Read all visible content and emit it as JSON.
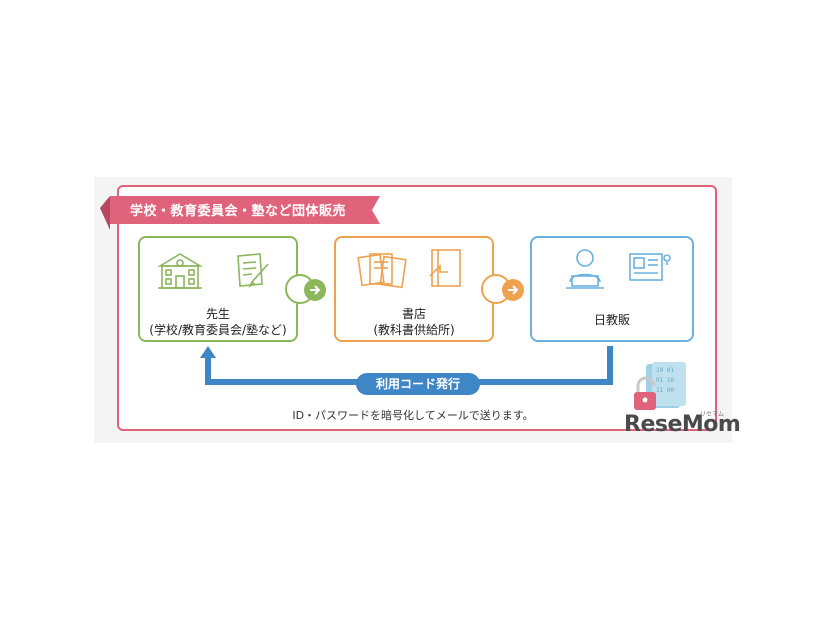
{
  "banner": {
    "text": "学校・教育委員会・塾など団体販売",
    "color": "#e0637c"
  },
  "cards": [
    {
      "line1": "先生",
      "line2": "(学校/教育委員会/塾など)",
      "color": "#8bb65a"
    },
    {
      "line1": "書店",
      "line2": "(教科書供給所)",
      "color": "#eea24f"
    },
    {
      "line1": "日教販",
      "line2": "",
      "color": "#6bb1df"
    }
  ],
  "flow": {
    "return_label": "利用コード発行",
    "arrow_color": "#3f86c6"
  },
  "note": "ID・パスワードを暗号化してメールで送ります。",
  "icons": [
    "school-building-icon",
    "document-pen-icon",
    "books-icon",
    "textbook-icon",
    "person-laptop-icon",
    "computer-screen-icon",
    "lock-data-icon"
  ],
  "watermark": {
    "logo": "ReseMom",
    "sub": "リセマム"
  }
}
